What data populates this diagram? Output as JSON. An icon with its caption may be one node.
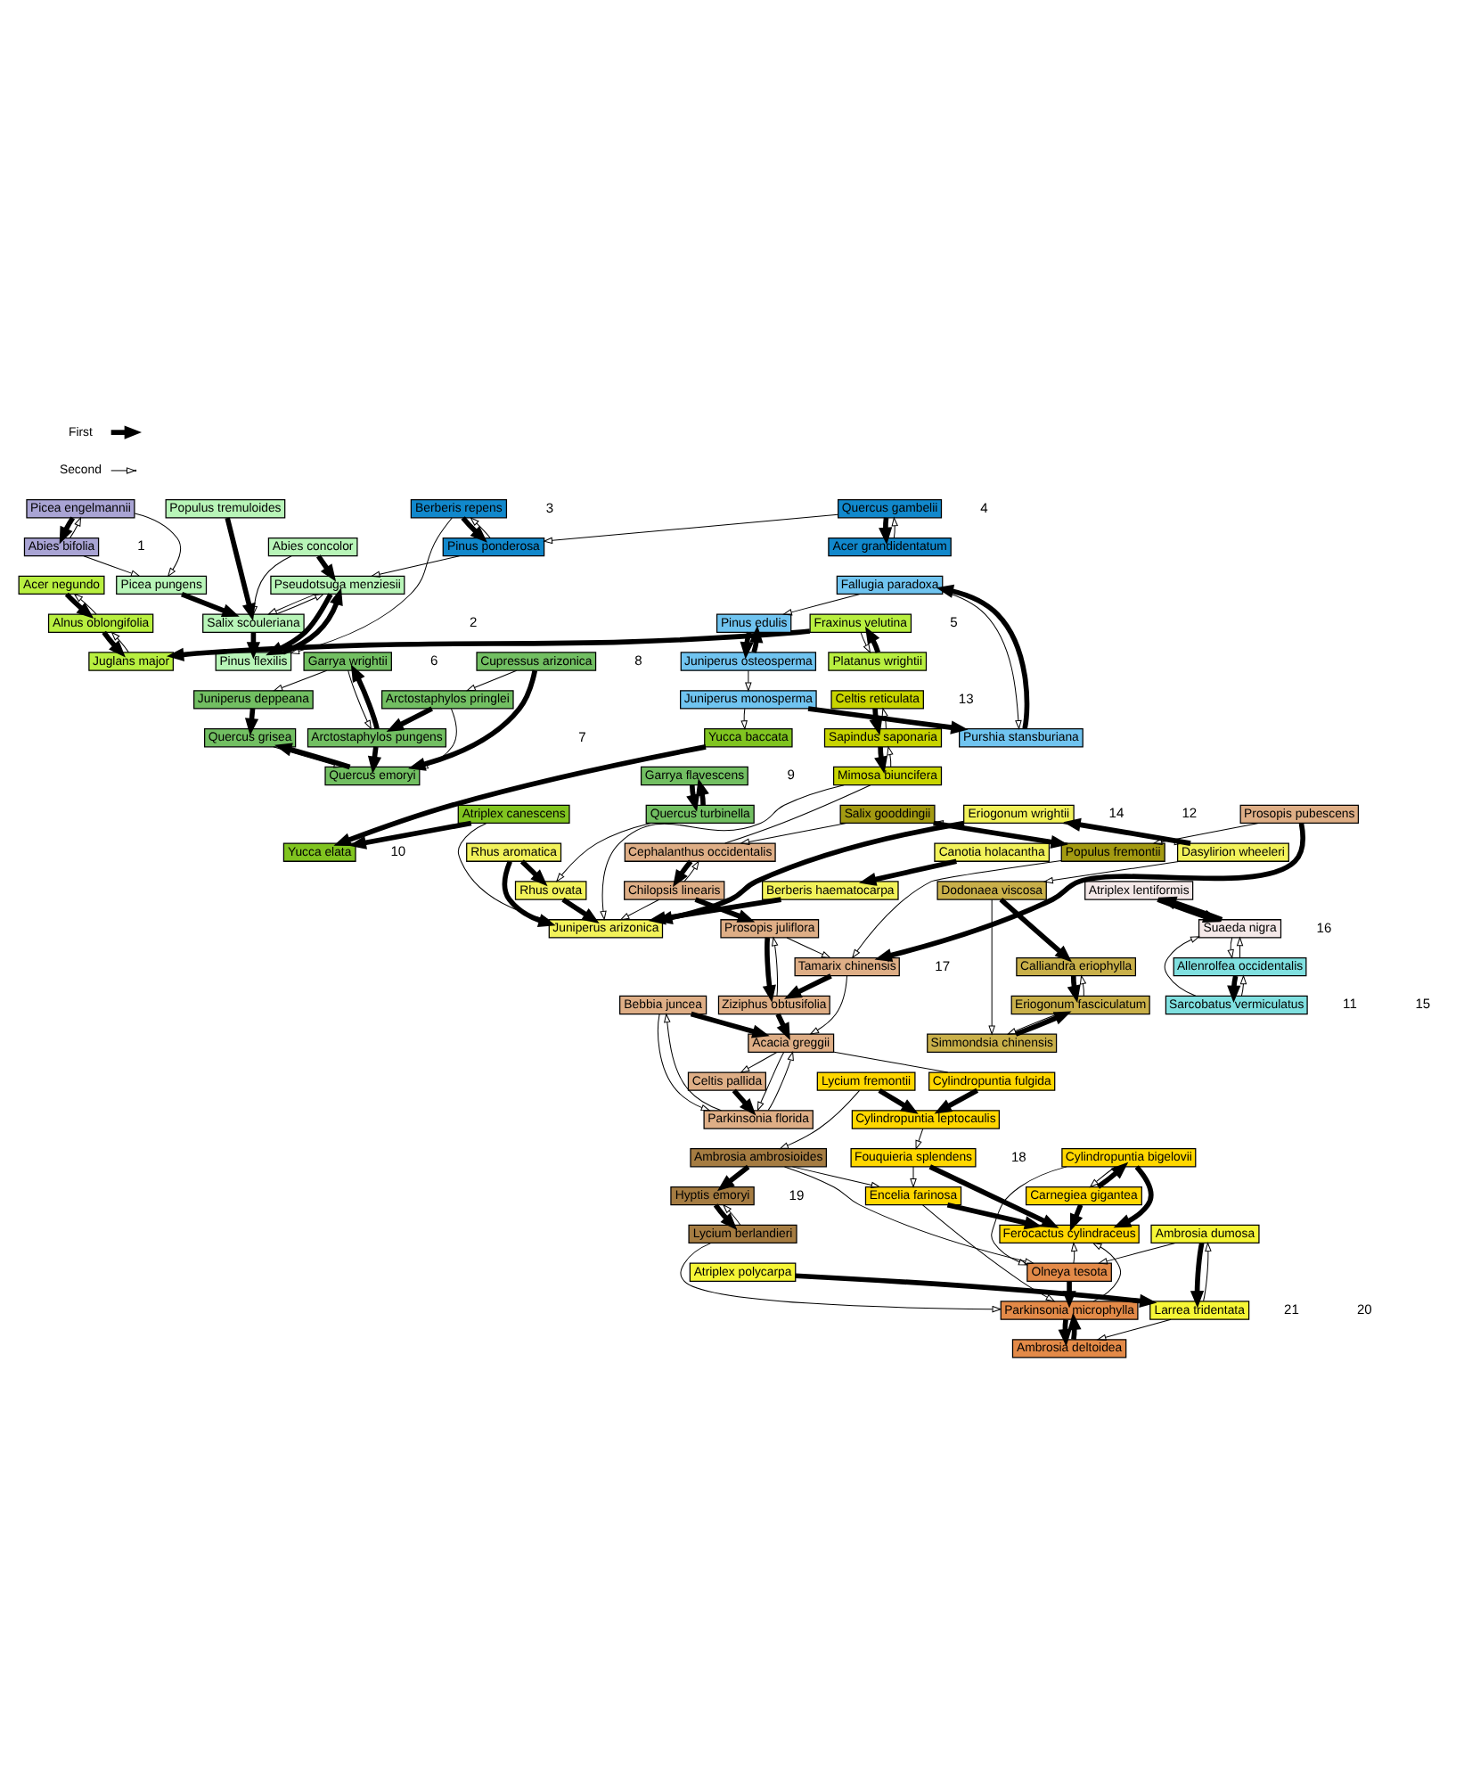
{
  "diagram": {
    "nodes": [
      {
        "text": [
          "Picea engelmannii"
        ]
      },
      {
        "text": [
          "Abies bifolia"
        ]
      },
      {
        "text": [
          "Populus tremuloides"
        ]
      },
      {
        "text": [
          "Abies concolor"
        ]
      },
      {
        "text": [
          "Pseudotsuga menziesii"
        ]
      },
      {
        "text": [
          "Picea pungens"
        ]
      },
      {
        "text": [
          "Salix scouleriana"
        ]
      },
      {
        "text": [
          "Pinus flexilis"
        ]
      },
      {
        "text": [
          "Berberis repens"
        ]
      },
      {
        "text": [
          "Pinus ponderosa"
        ]
      },
      {
        "text": [
          "Quercus gambelii"
        ]
      },
      {
        "text": [
          "Acer grandidentatum"
        ]
      },
      {
        "text": [
          "Juniperus deppeana"
        ]
      },
      {
        "text": [
          "Garrya wrightii"
        ]
      },
      {
        "text": [
          "Quercus grisea"
        ]
      },
      {
        "text": [
          "Arctostaphylos pungens"
        ]
      },
      {
        "text": [
          "Quercus emoryi"
        ]
      },
      {
        "text": [
          "Arctostaphylos pringlei"
        ]
      },
      {
        "text": [
          "Cupressus arizonica"
        ]
      },
      {
        "text": [
          "Garrya flavescens"
        ]
      },
      {
        "text": [
          "Quercus turbinella"
        ]
      },
      {
        "text": [
          "Acer negundo"
        ]
      },
      {
        "text": [
          "Alnus oblongifolia"
        ]
      },
      {
        "text": [
          "Juglans major"
        ]
      },
      {
        "text": [
          "Fraxinus velutina"
        ]
      },
      {
        "text": [
          "Platanus wrightii"
        ]
      },
      {
        "text": [
          "Fallugia paradoxa"
        ]
      },
      {
        "text": [
          "Pinus edulis"
        ]
      },
      {
        "text": [
          "Purshia stansburiana"
        ]
      },
      {
        "text": [
          "Juniperus osteosperma"
        ]
      },
      {
        "text": [
          "Juniperus monosperma"
        ]
      },
      {
        "text": [
          "Yucca baccata"
        ]
      },
      {
        "text": [
          "Yucca elata"
        ]
      },
      {
        "text": [
          "Atriplex canescens"
        ]
      },
      {
        "text": [
          "Celtis reticulata"
        ]
      },
      {
        "text": [
          "Sapindus saponaria"
        ]
      },
      {
        "text": [
          "Mimosa biuncifera"
        ]
      },
      {
        "text": [
          "Rhus aromatica"
        ]
      },
      {
        "text": [
          "Rhus ovata"
        ]
      },
      {
        "text": [
          "Juniperus arizonica"
        ]
      },
      {
        "text": [
          "Eriogonum wrightii"
        ]
      },
      {
        "text": [
          "Berberis haematocarpa"
        ]
      },
      {
        "text": [
          "Dasylirion wheeleri"
        ]
      },
      {
        "text": [
          "Canotia holacantha"
        ]
      },
      {
        "text": [
          "Salix gooddingii"
        ]
      },
      {
        "text": [
          "Populus fremontii"
        ]
      },
      {
        "text": [
          "Cephalanthus occidentalis"
        ]
      },
      {
        "text": [
          "Chilopsis linearis"
        ]
      },
      {
        "text": [
          "Prosopis pubescens"
        ]
      },
      {
        "text": [
          "Prosopis juliflora"
        ]
      },
      {
        "text": [
          "Tamarix chinensis"
        ]
      },
      {
        "text": [
          "Ziziphus obtusifolia"
        ]
      },
      {
        "text": [
          "Bebbia juncea"
        ]
      },
      {
        "text": [
          "Acacia greggii"
        ]
      },
      {
        "text": [
          "Celtis pallida"
        ]
      },
      {
        "text": [
          "Parkinsonia florida"
        ]
      },
      {
        "text": [
          "Dodonaea viscosa"
        ]
      },
      {
        "text": [
          "Calliandra eriophylla"
        ]
      },
      {
        "text": [
          "Eriogonum fasciculatum"
        ]
      },
      {
        "text": [
          "Simmondsia chinensis"
        ]
      },
      {
        "text": [
          "Cylindropuntia fulgida"
        ]
      },
      {
        "text": [
          "Lycium fremontii"
        ]
      },
      {
        "text": [
          "Cylindropuntia leptocaulis"
        ]
      },
      {
        "text": [
          "Cylindropuntia bigelovii"
        ]
      },
      {
        "text": [
          "Fouquieria splendens"
        ]
      },
      {
        "text": [
          "Carnegiea gigantea"
        ]
      },
      {
        "text": [
          "Encelia farinosa"
        ]
      },
      {
        "text": [
          "Ferocactus cylindraceus"
        ]
      },
      {
        "text": [
          "Ambrosia ambrosioides"
        ]
      },
      {
        "text": [
          "Hyptis emoryi"
        ]
      },
      {
        "text": [
          "Lycium berlandieri"
        ]
      },
      {
        "text": [
          "Olneya tesota"
        ]
      },
      {
        "text": [
          "Parkinsonia microphylla"
        ]
      },
      {
        "text": [
          "Ambrosia deltoidea"
        ]
      },
      {
        "text": [
          "Atriplex lentiformis"
        ]
      },
      {
        "text": [
          "Suaeda nigra"
        ]
      },
      {
        "text": [
          "Allenrolfea occidentalis"
        ]
      },
      {
        "text": [
          "Sarcobatus vermiculatus"
        ]
      },
      {
        "text": [
          "Atriplex polycarpa"
        ]
      },
      {
        "text": [
          "Ambrosia dumosa"
        ]
      },
      {
        "text": [
          "Larrea tridentata"
        ]
      }
    ],
    "edges": [
      {
        "from": 0,
        "to": 1,
        "arrow": "to",
        "style": "thick"
      },
      {
        "from": 0,
        "to": 5,
        "arrow": "to"
      },
      {
        "from": 1,
        "to": 0,
        "arrow": "to"
      },
      {
        "from": 1,
        "to": 5,
        "arrow": "to"
      },
      {
        "from": 2,
        "to": 6,
        "arrow": "to",
        "style": "thick"
      },
      {
        "from": 5,
        "to": 6,
        "arrow": "to",
        "style": "thick"
      },
      {
        "from": 3,
        "to": 4,
        "arrow": "to",
        "style": "thick"
      },
      {
        "from": 3,
        "to": 6,
        "arrow": "to"
      },
      {
        "from": 6,
        "to": 7,
        "arrow": "to",
        "style": "thick"
      },
      {
        "from": 6,
        "to": 4,
        "arrow": "to"
      },
      {
        "from": 7,
        "to": 4,
        "arrow": "to",
        "style": "thick"
      },
      {
        "from": 4,
        "to": 7,
        "arrow": "to",
        "style": "thick"
      },
      {
        "from": 4,
        "to": 6,
        "arrow": "to"
      },
      {
        "from": 9,
        "to": 4,
        "arrow": "to"
      },
      {
        "from": 8,
        "to": 9,
        "arrow": "to",
        "style": "thick"
      },
      {
        "from": 9,
        "to": 8,
        "arrow": "to"
      },
      {
        "from": 10,
        "to": 9,
        "arrow": "to"
      },
      {
        "from": 10,
        "to": 11,
        "arrow": "to",
        "style": "thick"
      },
      {
        "from": 11,
        "to": 10,
        "arrow": "to"
      },
      {
        "from": 8,
        "to": 7,
        "arrow": "to"
      },
      {
        "from": 13,
        "to": 12,
        "arrow": "to"
      },
      {
        "from": 12,
        "to": 14,
        "arrow": "to",
        "style": "thick"
      },
      {
        "from": 14,
        "to": 16,
        "arrow": "to"
      },
      {
        "from": 16,
        "to": 14,
        "arrow": "to",
        "style": "thick"
      },
      {
        "from": 15,
        "to": 13,
        "arrow": "to",
        "style": "thick"
      },
      {
        "from": 13,
        "to": 15,
        "arrow": "to"
      },
      {
        "from": 15,
        "to": 16,
        "arrow": "to",
        "style": "thick"
      },
      {
        "from": 17,
        "to": 15,
        "arrow": "to",
        "style": "thick"
      },
      {
        "from": 17,
        "to": 16,
        "arrow": "to"
      },
      {
        "from": 18,
        "to": 16,
        "arrow": "to",
        "style": "thick"
      },
      {
        "from": 18,
        "to": 17,
        "arrow": "to"
      },
      {
        "from": 19,
        "to": 20,
        "arrow": "to",
        "style": "thick"
      },
      {
        "from": 20,
        "to": 19,
        "arrow": "to",
        "style": "thick"
      },
      {
        "from": 20,
        "to": 38,
        "arrow": "to"
      },
      {
        "from": 21,
        "to": 22,
        "arrow": "to",
        "style": "thick"
      },
      {
        "from": 22,
        "to": 21,
        "arrow": "to"
      },
      {
        "from": 22,
        "to": 23,
        "arrow": "to",
        "style": "thick"
      },
      {
        "from": 23,
        "to": 22,
        "arrow": "to"
      },
      {
        "from": 24,
        "to": 23,
        "arrow": "to",
        "style": "thick"
      },
      {
        "from": 25,
        "to": 24,
        "arrow": "to",
        "style": "thick"
      },
      {
        "from": 24,
        "to": 25,
        "arrow": "to"
      },
      {
        "from": 28,
        "to": 26,
        "arrow": "to",
        "style": "thick"
      },
      {
        "from": 26,
        "to": 28,
        "arrow": "to"
      },
      {
        "from": 26,
        "to": 27,
        "arrow": "to"
      },
      {
        "from": 27,
        "to": 29,
        "arrow": "to",
        "style": "thick"
      },
      {
        "from": 29,
        "to": 27,
        "arrow": "to",
        "style": "thick"
      },
      {
        "from": 30,
        "to": 28,
        "arrow": "to",
        "style": "thick"
      },
      {
        "from": 29,
        "to": 30,
        "arrow": "to"
      },
      {
        "from": 30,
        "to": 31,
        "arrow": "to"
      },
      {
        "from": 31,
        "to": 32,
        "arrow": "to",
        "style": "thick"
      },
      {
        "from": 33,
        "to": 32,
        "arrow": "to",
        "style": "thick"
      },
      {
        "from": 33,
        "to": 39,
        "arrow": "to"
      },
      {
        "from": 34,
        "to": 35,
        "arrow": "to",
        "style": "thick"
      },
      {
        "from": 35,
        "to": 34,
        "arrow": "to"
      },
      {
        "from": 35,
        "to": 36,
        "arrow": "to",
        "style": "thick"
      },
      {
        "from": 36,
        "to": 35,
        "arrow": "to"
      },
      {
        "from": 36,
        "to": 39,
        "arrow": "to"
      },
      {
        "from": 37,
        "to": 38,
        "arrow": "to",
        "style": "thick"
      },
      {
        "from": 37,
        "to": 39,
        "arrow": "to",
        "style": "thick"
      },
      {
        "from": 38,
        "to": 39,
        "arrow": "to",
        "style": "thick"
      },
      {
        "from": 40,
        "to": 39,
        "arrow": "to",
        "style": "thick"
      },
      {
        "from": 40,
        "to": 42,
        "arrow": "to"
      },
      {
        "from": 42,
        "to": 40,
        "arrow": "to",
        "style": "thick"
      },
      {
        "from": 41,
        "to": 39,
        "arrow": "to",
        "style": "thick"
      },
      {
        "from": 43,
        "to": 41,
        "arrow": "to",
        "style": "thick"
      },
      {
        "from": 42,
        "to": 56,
        "arrow": "to"
      },
      {
        "from": 47,
        "to": 39,
        "arrow": "to"
      },
      {
        "from": 44,
        "to": 45,
        "arrow": "to",
        "style": "thick"
      },
      {
        "from": 45,
        "to": 44,
        "arrow": "to"
      },
      {
        "from": 44,
        "to": 46,
        "arrow": "to"
      },
      {
        "from": 45,
        "to": 50,
        "arrow": "to"
      },
      {
        "from": 48,
        "to": 45,
        "arrow": "to"
      },
      {
        "from": 46,
        "to": 47,
        "arrow": "to",
        "style": "thick"
      },
      {
        "from": 47,
        "to": 46,
        "arrow": "to"
      },
      {
        "from": 47,
        "to": 49,
        "arrow": "to",
        "style": "thick"
      },
      {
        "from": 49,
        "to": 50,
        "arrow": "to"
      },
      {
        "from": 48,
        "to": 50,
        "arrow": "to",
        "style": "thick"
      },
      {
        "from": 50,
        "to": 51,
        "arrow": "to",
        "style": "thick"
      },
      {
        "from": 50,
        "to": 53,
        "arrow": "to"
      },
      {
        "from": 49,
        "to": 51,
        "arrow": "to",
        "style": "thick"
      },
      {
        "from": 51,
        "to": 49,
        "arrow": "to"
      },
      {
        "from": 51,
        "to": 53,
        "arrow": "to",
        "style": "thick"
      },
      {
        "from": 52,
        "to": 53,
        "arrow": "to",
        "style": "thick"
      },
      {
        "from": 52,
        "to": 55,
        "arrow": "to"
      },
      {
        "from": 53,
        "to": 54,
        "arrow": "to"
      },
      {
        "from": 54,
        "to": 55,
        "arrow": "to",
        "style": "thick"
      },
      {
        "from": 53,
        "to": 55,
        "arrow": "to"
      },
      {
        "from": 55,
        "to": 53,
        "arrow": "to"
      },
      {
        "from": 55,
        "to": 52,
        "arrow": "to"
      },
      {
        "from": 36,
        "to": 46,
        "arrow": "none"
      },
      {
        "from": 56,
        "to": 57,
        "arrow": "to",
        "style": "thick"
      },
      {
        "from": 56,
        "to": 59,
        "arrow": "to"
      },
      {
        "from": 57,
        "to": 58,
        "arrow": "to",
        "style": "thick"
      },
      {
        "from": 58,
        "to": 57,
        "arrow": "to"
      },
      {
        "from": 59,
        "to": 58,
        "arrow": "to",
        "style": "thick"
      },
      {
        "from": 58,
        "to": 59,
        "arrow": "to"
      },
      {
        "from": 60,
        "to": 62,
        "arrow": "to",
        "style": "thick"
      },
      {
        "from": 61,
        "to": 62,
        "arrow": "to",
        "style": "thick"
      },
      {
        "from": 62,
        "to": 64,
        "arrow": "to"
      },
      {
        "from": 64,
        "to": 67,
        "arrow": "to",
        "style": "thick"
      },
      {
        "from": 64,
        "to": 66,
        "arrow": "to"
      },
      {
        "from": 63,
        "to": 67,
        "arrow": "to",
        "style": "thick"
      },
      {
        "from": 63,
        "to": 65,
        "arrow": "to"
      },
      {
        "from": 65,
        "to": 63,
        "arrow": "to",
        "style": "thick"
      },
      {
        "from": 65,
        "to": 67,
        "arrow": "to",
        "style": "thick"
      },
      {
        "from": 66,
        "to": 67,
        "arrow": "to",
        "style": "thick"
      },
      {
        "from": 66,
        "to": 72,
        "arrow": "to"
      },
      {
        "from": 61,
        "to": 68,
        "arrow": "to"
      },
      {
        "from": 53,
        "to": 60,
        "arrow": "none"
      },
      {
        "from": 68,
        "to": 69,
        "arrow": "to",
        "style": "thick"
      },
      {
        "from": 68,
        "to": 66,
        "arrow": "to"
      },
      {
        "from": 68,
        "to": 71,
        "arrow": "to"
      },
      {
        "from": 69,
        "to": 70,
        "arrow": "to",
        "style": "thick"
      },
      {
        "from": 70,
        "to": 69,
        "arrow": "to"
      },
      {
        "from": 70,
        "to": 72,
        "arrow": "to"
      },
      {
        "from": 71,
        "to": 72,
        "arrow": "to",
        "style": "thick"
      },
      {
        "from": 73,
        "to": 72,
        "arrow": "to",
        "style": "thick"
      },
      {
        "from": 72,
        "to": 73,
        "arrow": "to",
        "style": "thick"
      },
      {
        "from": 71,
        "to": 67,
        "arrow": "to"
      },
      {
        "from": 72,
        "to": 67,
        "arrow": "to"
      },
      {
        "from": 63,
        "to": 71,
        "arrow": "to"
      },
      {
        "from": 74,
        "to": 75,
        "arrow": "to",
        "style": "thick"
      },
      {
        "from": 75,
        "to": 74,
        "arrow": "to",
        "style": "thick"
      },
      {
        "from": 75,
        "to": 76,
        "arrow": "to"
      },
      {
        "from": 76,
        "to": 75,
        "arrow": "to"
      },
      {
        "from": 76,
        "to": 77,
        "arrow": "to",
        "style": "thick"
      },
      {
        "from": 77,
        "to": 76,
        "arrow": "to"
      },
      {
        "from": 77,
        "to": 75,
        "arrow": "to"
      },
      {
        "from": 78,
        "to": 80,
        "arrow": "to",
        "style": "thick"
      },
      {
        "from": 79,
        "to": 80,
        "arrow": "to",
        "style": "thick"
      },
      {
        "from": 80,
        "to": 79,
        "arrow": "to"
      },
      {
        "from": 80,
        "to": 73,
        "arrow": "to"
      },
      {
        "from": 79,
        "to": 71,
        "arrow": "to"
      }
    ],
    "labels": [
      "1",
      "2",
      "3",
      "4",
      "5",
      "6",
      "7",
      "8",
      "9",
      "10",
      "11",
      "12",
      "13",
      "14",
      "15",
      "16",
      "17",
      "18",
      "19",
      "20",
      "21"
    ],
    "legend": [
      {
        "text": "First"
      },
      {
        "text": "Second"
      }
    ]
  }
}
